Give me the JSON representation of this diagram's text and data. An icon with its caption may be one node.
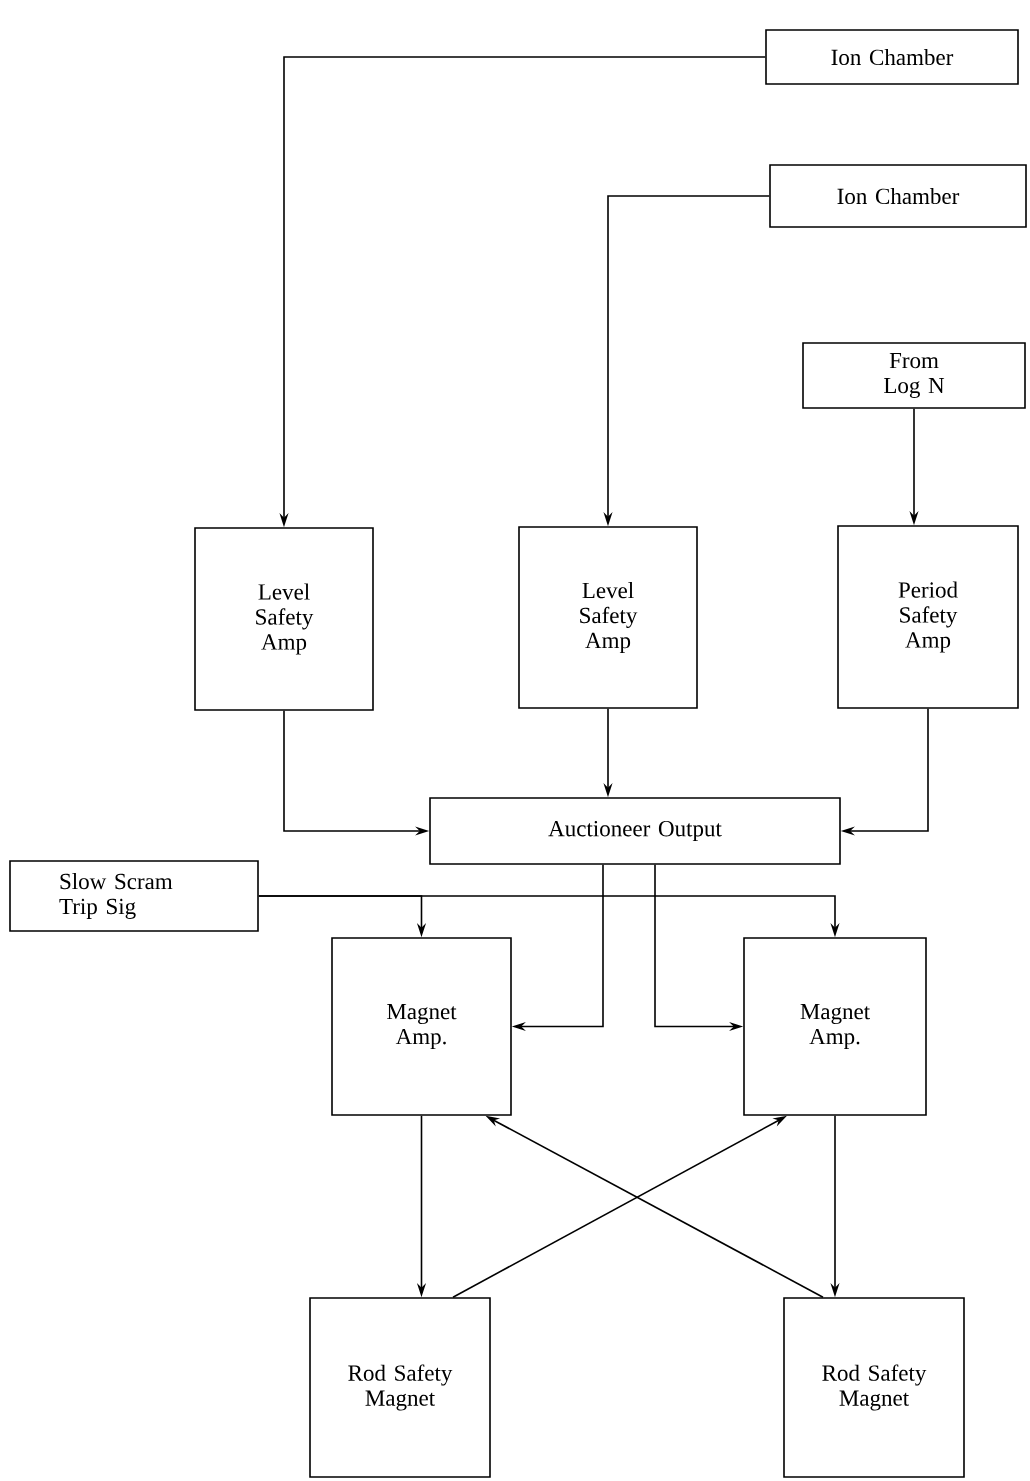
{
  "diagram": {
    "nodes": [
      {
        "text": [
          "Ion Chamber"
        ]
      },
      {
        "text": [
          "Ion Chamber"
        ]
      },
      {
        "text": [
          "From Log N"
        ]
      },
      {
        "text": [
          "Level Safety Amp"
        ]
      },
      {
        "text": [
          "Level Safety Amp"
        ]
      },
      {
        "text": [
          "Period Safety Amp"
        ]
      },
      {
        "text": [
          "Auctioneer Output"
        ]
      },
      {
        "text": [
          "Slow Scram Trip Sig"
        ]
      },
      {
        "text": [
          "Magnet Amp."
        ]
      },
      {
        "text": [
          "Magnet Amp."
        ]
      },
      {
        "text": [
          "Rod Safety Magnet"
        ]
      },
      {
        "text": [
          "Rod Safety Magnet"
        ]
      }
    ],
    "edges": [
      {
        "from": 0,
        "to": 3,
        "arrow": "to"
      },
      {
        "from": 1,
        "to": 4,
        "arrow": "to"
      },
      {
        "from": 2,
        "to": 5,
        "arrow": "to"
      },
      {
        "from": 3,
        "to": 6,
        "arrow": "to"
      },
      {
        "from": 4,
        "to": 6,
        "arrow": "to"
      },
      {
        "from": 5,
        "to": 6,
        "arrow": "to"
      },
      {
        "from": 7,
        "to": 8,
        "arrow": "to"
      },
      {
        "from": 7,
        "to": 9,
        "arrow": "to"
      },
      {
        "from": 6,
        "to": 8,
        "arrow": "to"
      },
      {
        "from": 6,
        "to": 9,
        "arrow": "to"
      },
      {
        "from": 8,
        "to": 10,
        "arrow": "to"
      },
      {
        "from": 9,
        "to": 11,
        "arrow": "to"
      },
      {
        "from": 10,
        "to": 9,
        "arrow": "to"
      },
      {
        "from": 11,
        "to": 8,
        "arrow": "to"
      }
    ]
  }
}
